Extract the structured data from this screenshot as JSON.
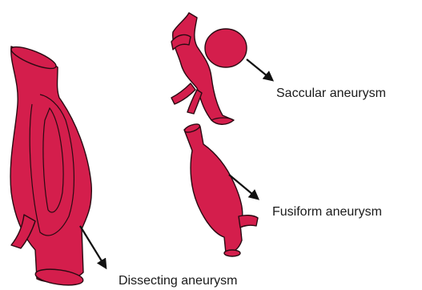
{
  "labels": {
    "saccular": "Saccular aneurysm",
    "fusiform": "Fusiform aneurysm",
    "dissecting": "Dissecting aneurysm"
  },
  "colors": {
    "vessel_fill": "#d41e4c",
    "outline": "#2a0a12",
    "arrow": "#111111"
  },
  "icons": {
    "saccular": "saccular-aneurysm-illustration",
    "fusiform": "fusiform-aneurysm-illustration",
    "dissecting": "dissecting-aneurysm-illustration",
    "pointer": "pointer-arrow-icon"
  }
}
